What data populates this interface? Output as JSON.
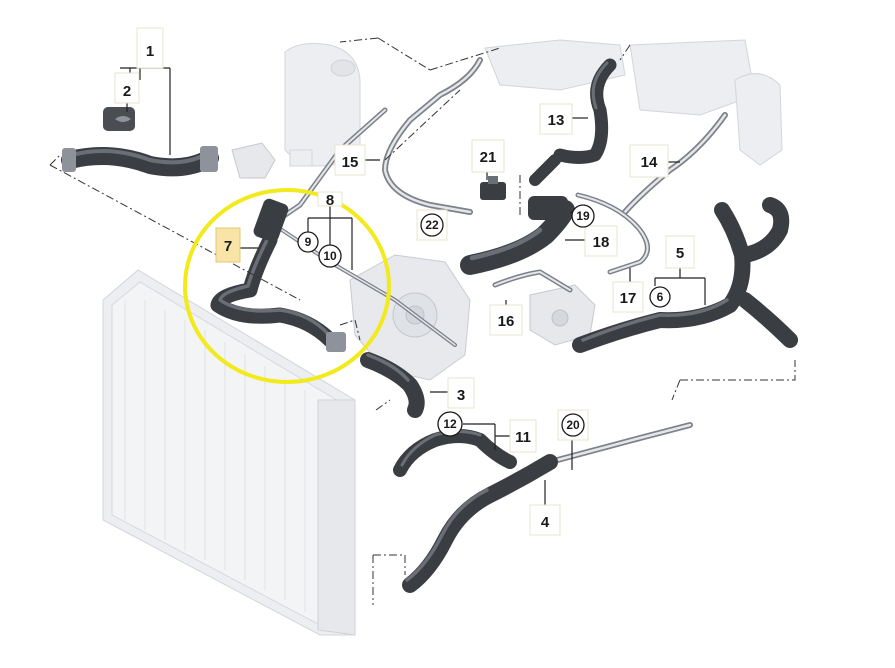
{
  "callouts": [
    {
      "id": "1",
      "label": "1",
      "style": "box"
    },
    {
      "id": "2",
      "label": "2",
      "style": "box"
    },
    {
      "id": "3",
      "label": "3",
      "style": "box"
    },
    {
      "id": "4",
      "label": "4",
      "style": "box"
    },
    {
      "id": "5",
      "label": "5",
      "style": "box"
    },
    {
      "id": "6",
      "label": "6",
      "style": "circle"
    },
    {
      "id": "7",
      "label": "7",
      "style": "box",
      "highlighted": true
    },
    {
      "id": "8",
      "label": "8",
      "style": "box"
    },
    {
      "id": "9",
      "label": "9",
      "style": "circle"
    },
    {
      "id": "10",
      "label": "10",
      "style": "circle"
    },
    {
      "id": "11",
      "label": "11",
      "style": "box"
    },
    {
      "id": "12",
      "label": "12",
      "style": "circle"
    },
    {
      "id": "13",
      "label": "13",
      "style": "box"
    },
    {
      "id": "14",
      "label": "14",
      "style": "box"
    },
    {
      "id": "15",
      "label": "15",
      "style": "box"
    },
    {
      "id": "16",
      "label": "16",
      "style": "box"
    },
    {
      "id": "17",
      "label": "17",
      "style": "box"
    },
    {
      "id": "18",
      "label": "18",
      "style": "box"
    },
    {
      "id": "19",
      "label": "19",
      "style": "circle"
    },
    {
      "id": "20",
      "label": "20",
      "style": "circle"
    },
    {
      "id": "21",
      "label": "21",
      "style": "box"
    },
    {
      "id": "22",
      "label": "22",
      "style": "circle"
    }
  ],
  "colors": {
    "highlight_ring": "#f2ea1c",
    "highlight_box": "#f7e4a6",
    "hose": "#3a3d42",
    "background": "#ffffff"
  }
}
